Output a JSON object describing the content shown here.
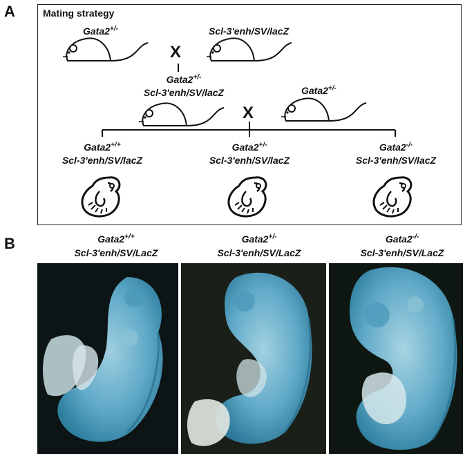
{
  "panel_a": {
    "letter": "A",
    "title": "Mating strategy",
    "cross_symbol": "X",
    "parent1": {
      "gene": "Gata2",
      "genotype": "+/-"
    },
    "parent2": {
      "line": "Scl-3'enh/SV/lacZ"
    },
    "f1": {
      "gene": "Gata2",
      "genotype": "+/-",
      "line": "Scl-3'enh/SV/lacZ"
    },
    "parent3": {
      "gene": "Gata2",
      "genotype": "+/-"
    },
    "offspring": [
      {
        "gene": "Gata2",
        "genotype": "+/+",
        "line": "Scl-3'enh/SV/lacZ"
      },
      {
        "gene": "Gata2",
        "genotype": "+/-",
        "line": "Scl-3'enh/SV/lacZ"
      },
      {
        "gene": "Gata2",
        "genotype": "-/-",
        "line": "Scl-3'enh/SV/lacZ"
      }
    ]
  },
  "panel_b": {
    "letter": "B",
    "columns": [
      {
        "gene": "Gata2",
        "genotype": "+/+",
        "line": "Scl-3'enh/SV/LacZ"
      },
      {
        "gene": "Gata2",
        "genotype": "+/-",
        "line": "Scl-3'enh/SV/LacZ"
      },
      {
        "gene": "Gata2",
        "genotype": "-/-",
        "line": "Scl-3'enh/SV/LacZ"
      }
    ]
  },
  "colors": {
    "stain": "#5fa9c8",
    "background_dark": "#0d1416",
    "line": "#222222"
  }
}
